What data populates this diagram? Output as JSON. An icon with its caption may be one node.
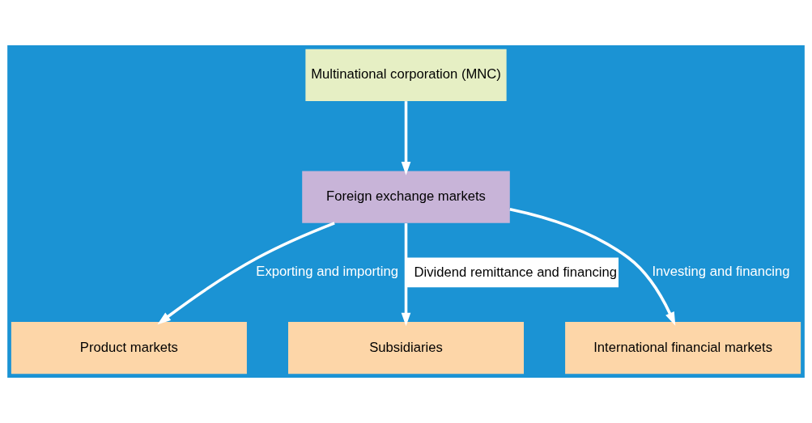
{
  "diagram": {
    "nodes": [
      {
        "text": [
          "Multinational corporation (MNC)"
        ]
      },
      {
        "text": [
          "Foreign exchange markets"
        ]
      },
      {
        "text": [
          "Product markets"
        ]
      },
      {
        "text": [
          "Subsidiaries"
        ]
      },
      {
        "text": [
          "International financial markets"
        ]
      }
    ],
    "edges": [
      {
        "from": 0,
        "to": 1,
        "arrow": "to"
      },
      {
        "from": 1,
        "to": 2,
        "arrow": "to",
        "label": "Exporting and importing"
      },
      {
        "from": 1,
        "to": 3,
        "arrow": "to",
        "label": "Dividend remittance and financing"
      },
      {
        "from": 1,
        "to": 4,
        "arrow": "to",
        "label": "Investing and financing"
      }
    ]
  }
}
